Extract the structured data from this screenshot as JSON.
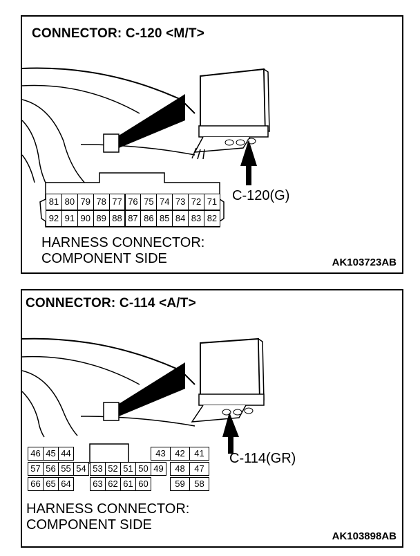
{
  "panels": [
    {
      "title": "CONNECTOR: C-120 <M/T>",
      "connector_label": "C-120(G)",
      "caption_line1": "HARNESS CONNECTOR:",
      "caption_line2": "COMPONENT SIDE",
      "code": "AK103723AB",
      "pins_row1": [
        "81",
        "80",
        "79",
        "78",
        "77",
        "76",
        "75",
        "74",
        "73",
        "72",
        "71"
      ],
      "pins_row2": [
        "92",
        "91",
        "90",
        "89",
        "88",
        "87",
        "86",
        "85",
        "84",
        "83",
        "82"
      ]
    },
    {
      "title": "CONNECTOR: C-114 <A/T>",
      "connector_label": "C-114(GR)",
      "caption_line1": "HARNESS CONNECTOR:",
      "caption_line2": "COMPONENT SIDE",
      "code": "AK103898AB",
      "left_row1": [
        "46",
        "45",
        "44"
      ],
      "left_row2": [
        "57",
        "56",
        "55",
        "54"
      ],
      "left_row3": [
        "66",
        "65",
        "64"
      ],
      "mid_row2": [
        "53",
        "52",
        "51",
        "50",
        "49"
      ],
      "mid_row3": [
        "63",
        "62",
        "61",
        "60"
      ],
      "right_row1": [
        "43",
        "42",
        "41"
      ],
      "right_row2": [
        "48",
        "47"
      ],
      "right_row3": [
        "59",
        "58"
      ]
    }
  ]
}
